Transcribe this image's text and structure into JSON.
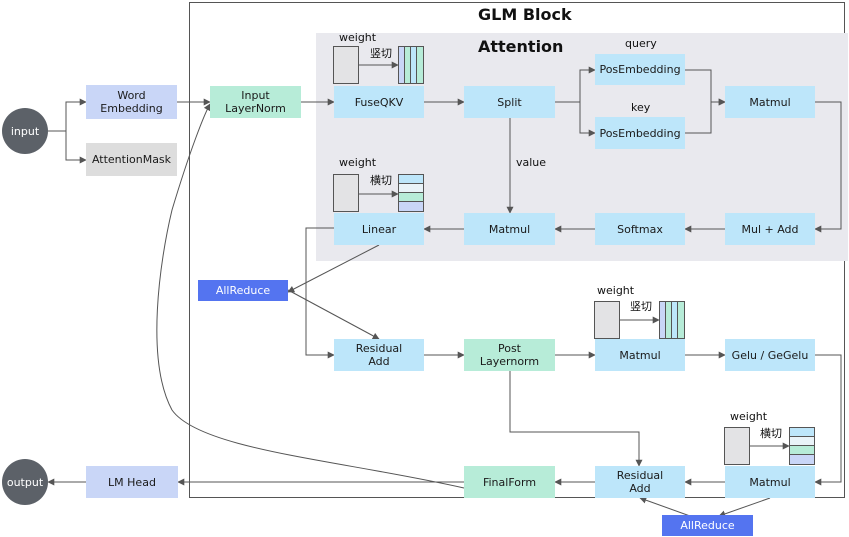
{
  "titles": {
    "glm_block": "GLM Block",
    "attention": "Attention"
  },
  "io": {
    "input": "input",
    "output": "output"
  },
  "nodes": {
    "word_embedding": "Word\nEmbedding",
    "attention_mask": "AttentionMask",
    "input_layernorm": "Input\nLayerNorm",
    "fuse_qkv": "FuseQKV",
    "split": "Split",
    "pos_embedding_query": "PosEmbedding",
    "pos_embedding_key": "PosEmbedding",
    "matmul_qk": "Matmul",
    "mul_add": "Mul + Add",
    "softmax": "Softmax",
    "matmul_v": "Matmul",
    "linear": "Linear",
    "allreduce_1": "AllReduce",
    "residual_add_1": "Residual\nAdd",
    "post_layernorm": "Post\nLayernorm",
    "matmul_mlp_1": "Matmul",
    "gelu": "Gelu / GeGelu",
    "matmul_mlp_2": "Matmul",
    "residual_add_2": "Residual\nAdd",
    "final_form": "FinalForm",
    "lm_head": "LM Head",
    "allreduce_2": "AllReduce"
  },
  "labels": {
    "query": "query",
    "key": "key",
    "value": "value",
    "weight": "weight",
    "vertical_split": "竖切",
    "horizontal_split": "横切"
  },
  "colors": {
    "node_blue": "#bde6fa",
    "node_green": "#b7ecd8",
    "node_lavender": "#c9d6f7",
    "node_gray": "#dddddd",
    "allreduce": "#5474f0",
    "io_circle": "#5c6168",
    "attention_region": "#e9e9ee"
  }
}
